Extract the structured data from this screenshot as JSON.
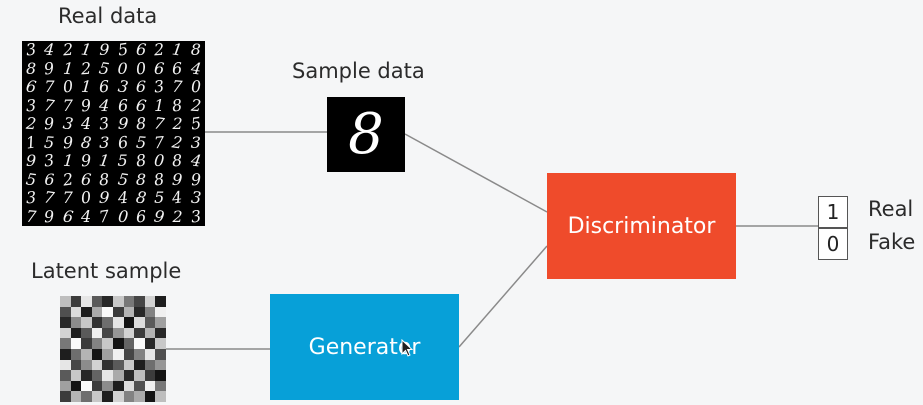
{
  "labels": {
    "real_data": "Real data",
    "sample_data": "Sample data",
    "latent_sample": "Latent sample"
  },
  "blocks": {
    "discriminator": "Discriminator",
    "generator": "Generator"
  },
  "outputs": [
    {
      "value": "1",
      "label": "Real"
    },
    {
      "value": "0",
      "label": "Fake"
    }
  ],
  "colors": {
    "discriminator": "#ef4b2b",
    "generator": "#07a0d8",
    "connector": "#8a8a8a",
    "background": "#f5f6f7"
  },
  "real_data_digits": [
    "3421956218",
    "8912500664",
    "6701636370",
    "3779466182",
    "2934398725",
    "1598365723",
    "9319158084",
    "5626858899",
    "3770948543",
    "7964706923"
  ],
  "sample_digit": "8",
  "latent_grays": [
    [
      190,
      60,
      230,
      90,
      40,
      200,
      120,
      70,
      210,
      30
    ],
    [
      80,
      220,
      30,
      170,
      250,
      60,
      180,
      40,
      130,
      240
    ],
    [
      40,
      140,
      200,
      50,
      110,
      230,
      20,
      220,
      90,
      160
    ],
    [
      210,
      30,
      90,
      240,
      70,
      150,
      210,
      60,
      180,
      40
    ],
    [
      120,
      250,
      60,
      130,
      200,
      20,
      100,
      250,
      40,
      200
    ],
    [
      30,
      110,
      180,
      20,
      160,
      240,
      70,
      130,
      230,
      80
    ],
    [
      230,
      70,
      140,
      210,
      50,
      90,
      200,
      30,
      110,
      150
    ],
    [
      90,
      200,
      40,
      100,
      230,
      170,
      40,
      190,
      60,
      20
    ],
    [
      160,
      20,
      250,
      60,
      140,
      30,
      220,
      80,
      240,
      120
    ],
    [
      60,
      180,
      110,
      200,
      30,
      210,
      130,
      170,
      20,
      190
    ]
  ]
}
